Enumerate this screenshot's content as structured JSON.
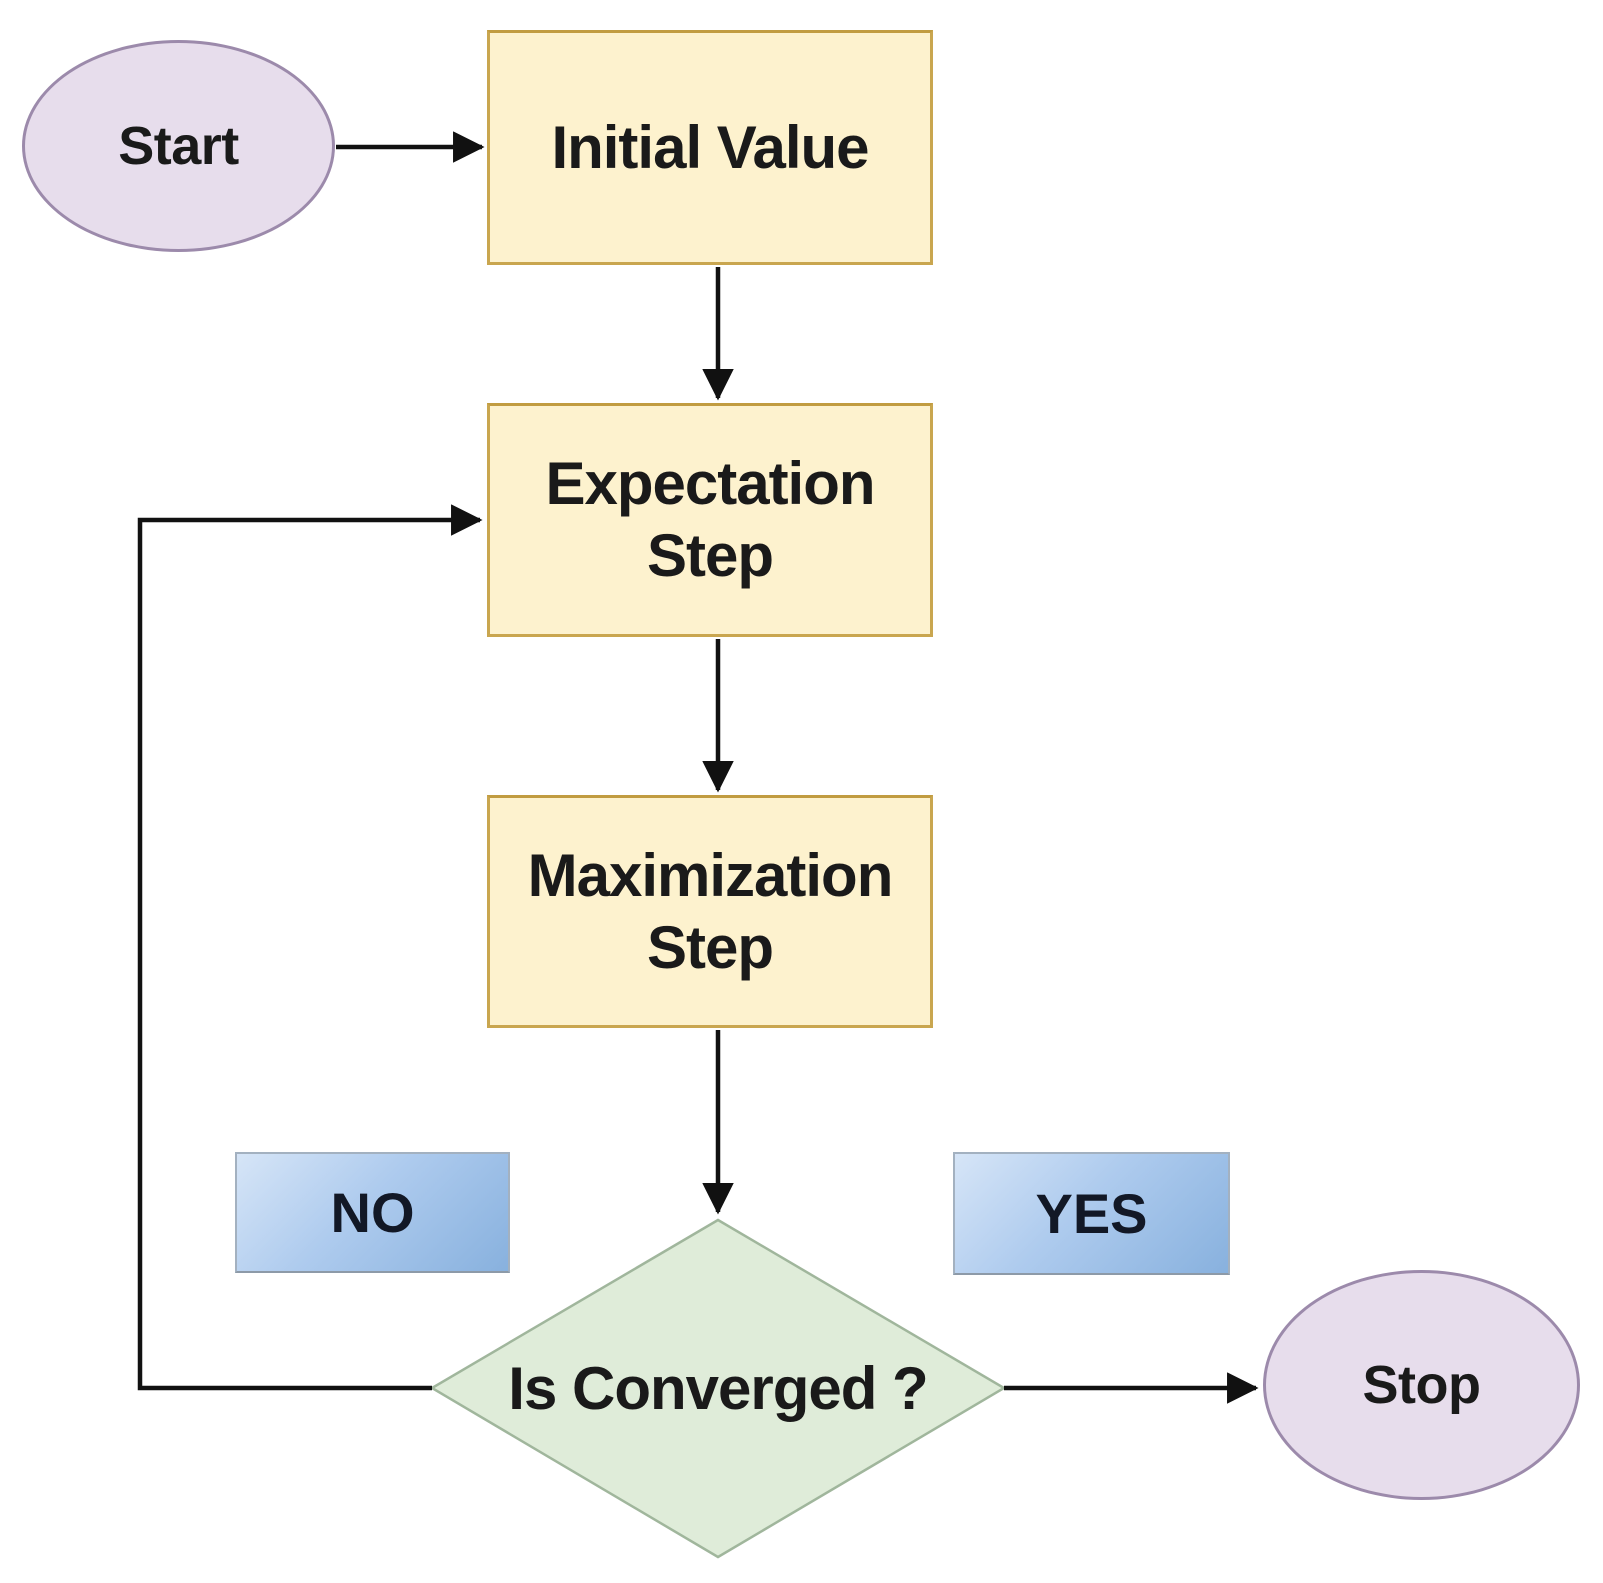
{
  "nodes": {
    "start": {
      "label": "Start"
    },
    "initial_value": {
      "label": "Initial Value"
    },
    "expectation": {
      "lines": [
        "Expectation",
        "Step"
      ]
    },
    "maximization": {
      "lines": [
        "Maximization",
        "Step"
      ]
    },
    "decision": {
      "label": "Is Converged ?"
    },
    "no_label": {
      "label": "NO"
    },
    "yes_label": {
      "label": "YES"
    },
    "stop": {
      "label": "Stop"
    }
  },
  "colors": {
    "terminator_fill": "#e7ddec",
    "terminator_border": "#9c8aab",
    "process_fill": "#fdf2ce",
    "process_border": "#c9a64f",
    "decision_fill": "#dfecd9",
    "decision_border": "#a0b69c",
    "choice_fill_top": "#d6e5f7",
    "choice_fill_bottom": "#88b1de",
    "choice_border": "#a3b1c0",
    "connector": "#111111",
    "text": "#1a1a1a"
  }
}
